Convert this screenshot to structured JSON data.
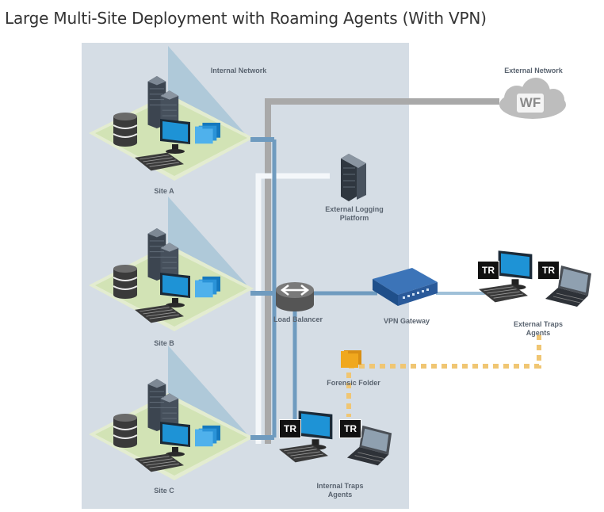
{
  "title": "Large Multi-Site Deployment with Roaming Agents (With VPN)",
  "labels": {
    "internal_network": "Internal Network",
    "external_network": "External Network",
    "site_a": "Site A",
    "site_b": "Site B",
    "site_c": "Site C",
    "external_logging_platform": "External Logging Platform",
    "load_balancer": "Load Balancer",
    "vpn_gateway": "VPN Gateway",
    "forensic_folder": "Forensic Folder",
    "internal_traps_agents": "Internal Traps Agents",
    "external_traps_agents": "External Traps Agents",
    "wildfire_cloud": "WF",
    "traps_badge": "TR"
  },
  "colors": {
    "internal_panel": "#d5dde5",
    "pipe_blue": "#6f9bbf",
    "pipe_gray": "#a9a9a9",
    "pipe_white": "#f4f7fa",
    "dotted_link": "#f0c673",
    "monitor_screen": "#1e93d6",
    "vpn_gateway": "#2a5a9a"
  }
}
